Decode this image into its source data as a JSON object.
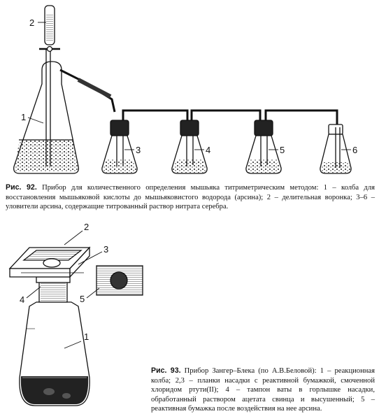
{
  "figure92": {
    "labels": [
      "1",
      "2",
      "3",
      "4",
      "5",
      "6"
    ],
    "caption": {
      "ref": "Рис. 92.",
      "text": "Прибор для количественного определения мышьяка титриметрическим методом: 1 – колба для восстановления мышьяковой кислоты до мышьяковистого водорода (арсина); 2 – делительная воронка; 3–6 – уловители арсина, содержащие титрованный раствор нитрата серебра."
    }
  },
  "figure93": {
    "labels": [
      "1",
      "2",
      "3",
      "4",
      "5"
    ],
    "caption": {
      "ref": "Рис. 93.",
      "text": "Прибор Зангер–Блека (по А.В.Беловой): 1 – реакционная колба; 2,3 – планки насадки с реактивной бумажкой, смоченной хлоридом ртути(II); 4 – тампон ваты в горлышке насадки, обработанный раствором ацетата свинца и высушенный; 5 – реактивная бумажка после воздействия на нее арсина."
    }
  }
}
